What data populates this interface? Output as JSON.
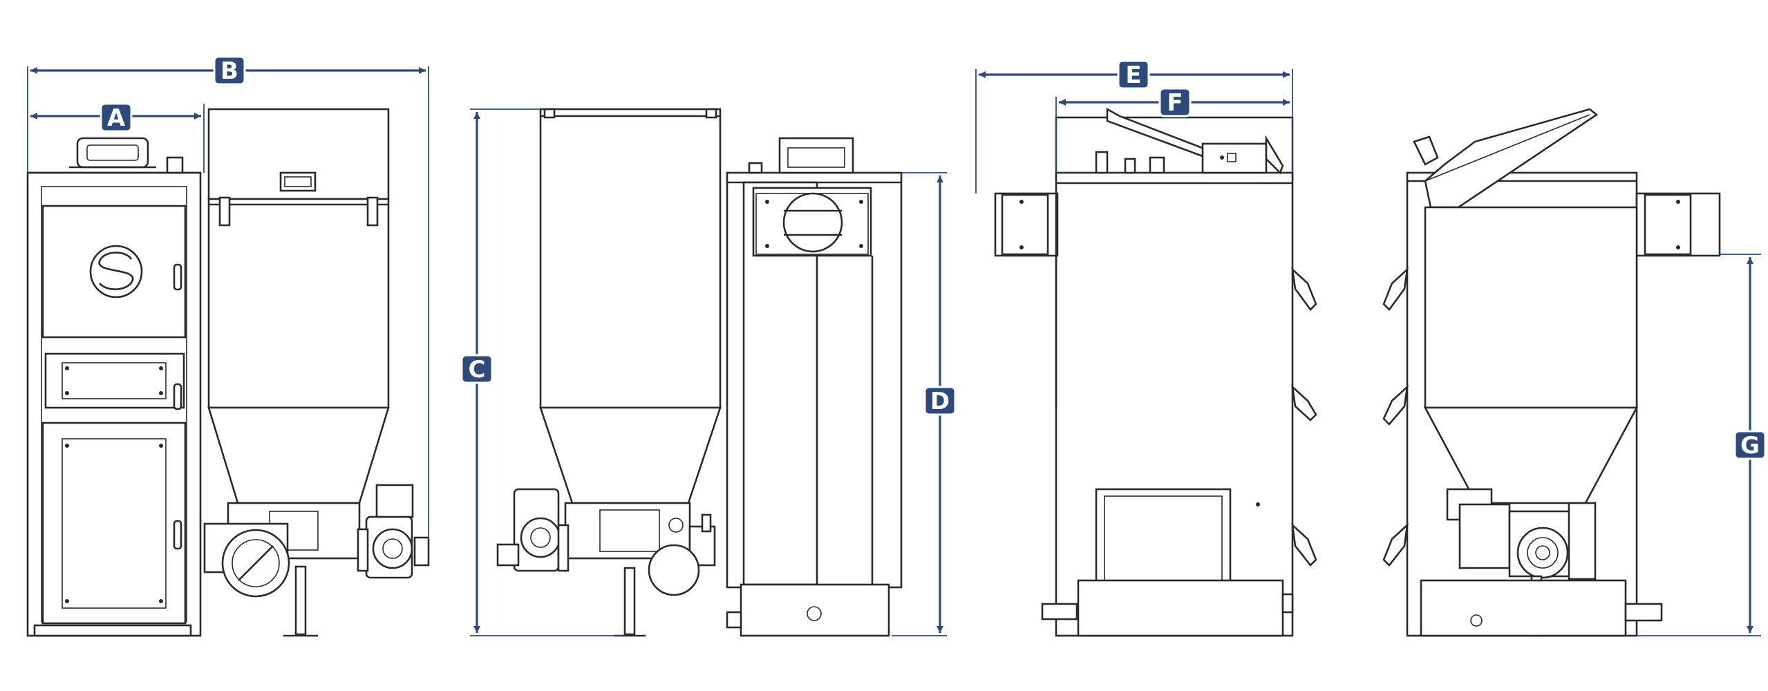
{
  "dimension_labels": {
    "A": "A",
    "B": "B",
    "C": "C",
    "D": "D",
    "E": "E",
    "F": "F",
    "G": "G"
  },
  "colors": {
    "dimension_line": "#2e4a7a",
    "badge_fill": "#2e4a7a",
    "drawing_line": "#2a2a2a",
    "background": "#ffffff"
  },
  "views": [
    "front-view",
    "side-view-hopper",
    "side-view-boiler",
    "rear-view"
  ]
}
